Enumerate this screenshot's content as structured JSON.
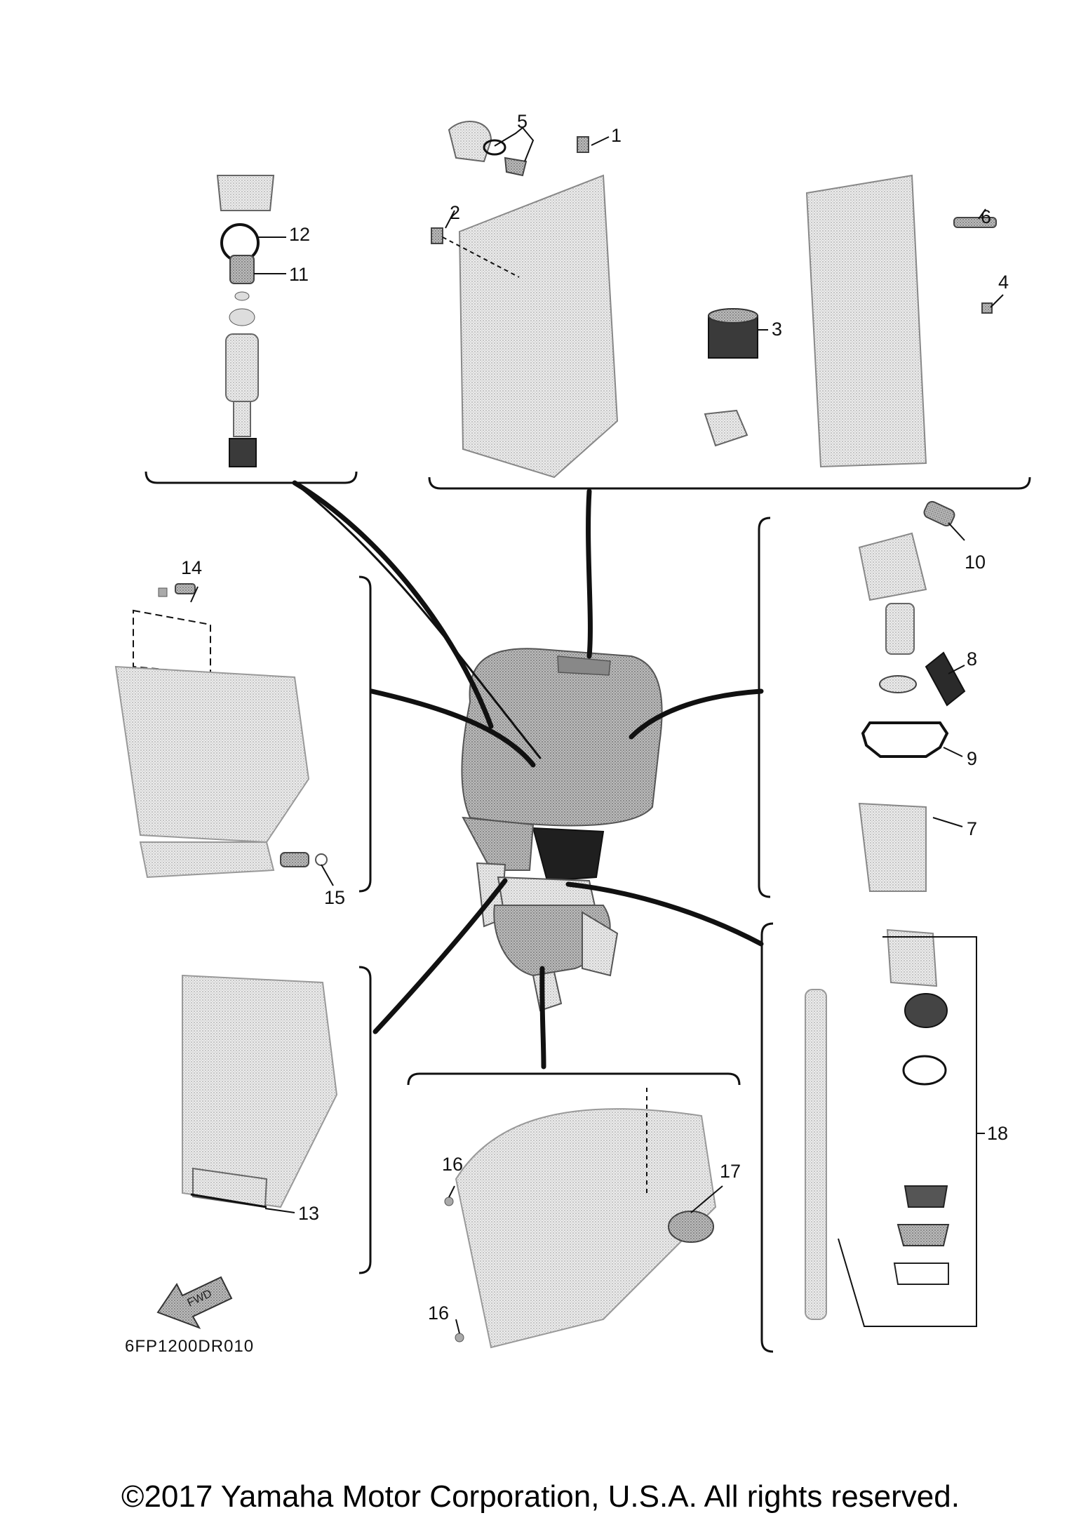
{
  "callouts": [
    "1",
    "2",
    "3",
    "4",
    "5",
    "6",
    "7",
    "8",
    "9",
    "10",
    "11",
    "12",
    "13",
    "14",
    "15",
    "16",
    "17",
    "18"
  ],
  "callout_16_second": "16",
  "fwd_label": "FWD",
  "drawing_code": "6FP1200DR010",
  "copyright": "©2017 Yamaha Motor Corporation, U.S.A. All rights reserved.",
  "colors": {
    "line": "#111111",
    "part_fill": "#d6d6d6",
    "part_dark": "#2a2a2a",
    "background": "#ffffff"
  }
}
